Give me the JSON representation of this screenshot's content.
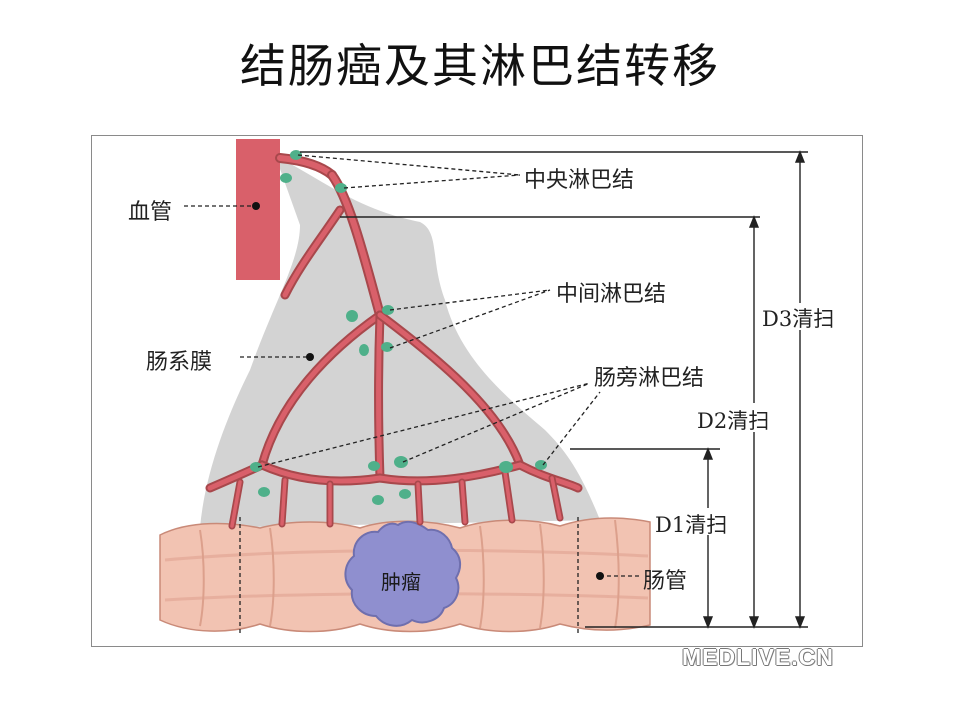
{
  "title": "结肠癌及其淋巴结转移",
  "labels": {
    "blood_vessel": "血管",
    "mesentery": "肠系膜",
    "central_nodes": "中央淋巴结",
    "intermediate_nodes": "中间淋巴结",
    "paracolic_nodes": "肠旁淋巴结",
    "tumor": "肿瘤",
    "intestine": "肠管",
    "d1": "D1清扫",
    "d2": "D2清扫",
    "d3": "D3清扫"
  },
  "watermark": "MEDLIVE.CN",
  "colors": {
    "vessel_block": "#d9606a",
    "vessel_line": "#b24a4f",
    "mesentery": "#d3d3d3",
    "lymph_node": "#4fb08a",
    "intestine": "#f2c3b2",
    "tumor": "#8f8fcf"
  }
}
